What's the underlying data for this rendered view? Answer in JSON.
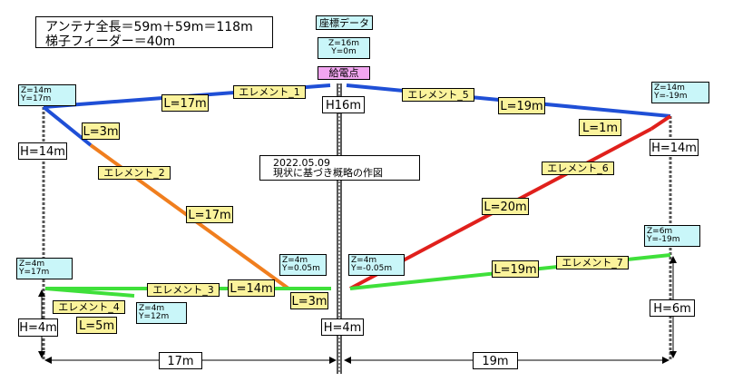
{
  "title": {
    "line1": "アンテナ全長＝59m＋59m＝118m",
    "line2": "梯子フィーダー＝40m"
  },
  "coord_header": "座標データ",
  "feed_coord": {
    "z": "Z=16m",
    "y": "Y=0m"
  },
  "feed_point": "給電点",
  "mast_height": "H16m",
  "note": {
    "date": "2022.05.09",
    "text": "現状に基づき概略の作図"
  },
  "left_top_coord": {
    "z": "Z=14m",
    "y": "Y=17m"
  },
  "right_top_coord": {
    "z": "Z=14m",
    "y": "Y=-19m"
  },
  "left_height": "H=14m",
  "right_height": "H=14m",
  "elements": {
    "e1": "エレメント_1",
    "e2": "エレメント_2",
    "e3": "エレメント_3",
    "e4": "エレメント_4",
    "e5": "エレメント_5",
    "e6": "エレメント_6",
    "e7": "エレメント_7"
  },
  "lengths": {
    "l1": "L=17m",
    "l2a": "L=3m",
    "l2b": "L=17m",
    "l3": "L=14m",
    "l3b": "L=3m",
    "l4": "L=5m",
    "l5": "L=19m",
    "l6a": "L=1m",
    "l6b": "L=20m",
    "l7": "L=19m"
  },
  "center_left_coord": {
    "z": "Z=4m",
    "y": "Y=0.05m"
  },
  "center_right_coord": {
    "z": "Z=4m",
    "y": "Y=-0.05m"
  },
  "left_low_coord": {
    "z": "Z=4m",
    "y": "Y=17m"
  },
  "e4_end_coord": {
    "z": "Z=4m",
    "y": "Y=12m"
  },
  "right_low_coord": {
    "z": "Z=6m",
    "y": "Y=-19m"
  },
  "left_low_height": "H=4m",
  "center_low_height": "H=4m",
  "right_low_height": "H=6m",
  "span_left": "17m",
  "span_right": "19m",
  "colors": {
    "blue": "#1f4fd6",
    "orange": "#f07e1e",
    "red": "#e0201c",
    "green": "#3fe03a",
    "box_cyan": "#c9f6f9",
    "box_yellow": "#fbf39c",
    "box_pink": "#f2a6f0"
  }
}
